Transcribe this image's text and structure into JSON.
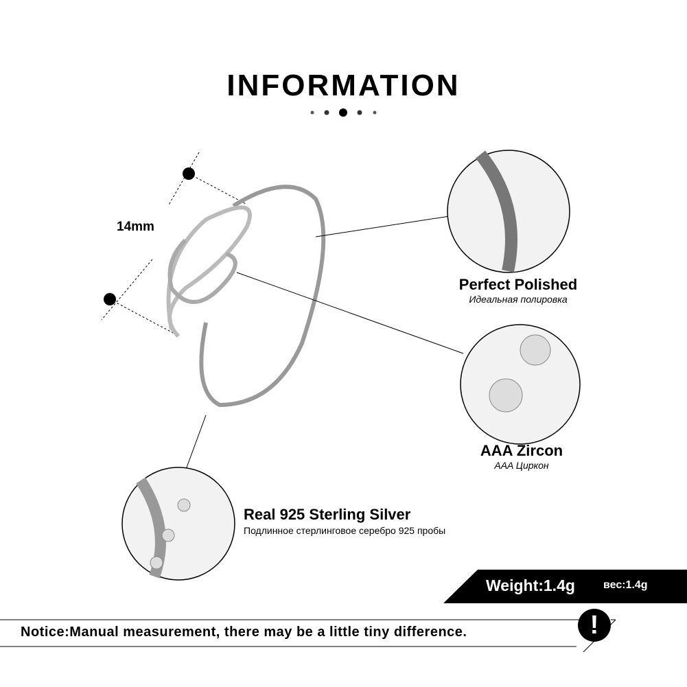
{
  "title": "INFORMATION",
  "dimension": "14mm",
  "features": [
    {
      "label": "Perfect  Polished",
      "sub": "Идеальная полировка"
    },
    {
      "label": "AAA  Zircon",
      "sub": "AAA Циркон"
    },
    {
      "label": "Real 925  Sterling  Silver",
      "sub": "Подлинное стерлинговое серебро 925 пробы"
    }
  ],
  "weight": {
    "label": "Weight:1.4g",
    "ru": "вес:1.4g"
  },
  "notice": "Notice:Manual measurement, there may be a little tiny difference.",
  "notice_icon": "!"
}
